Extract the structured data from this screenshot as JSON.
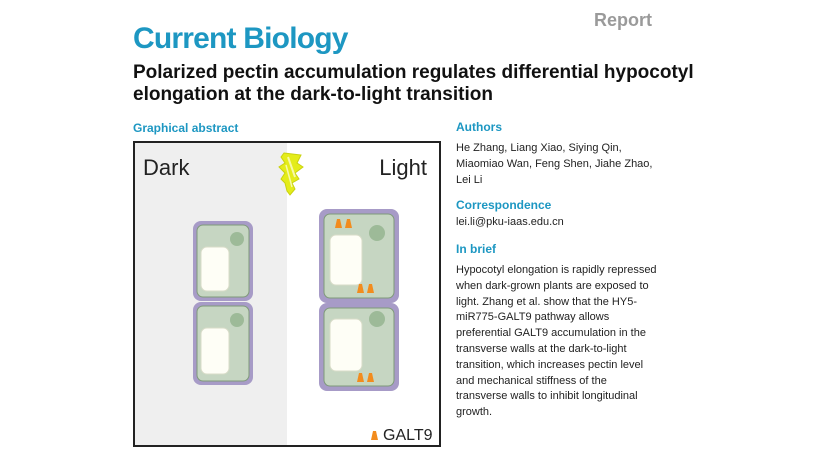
{
  "header": {
    "report_label": "Report",
    "journal": "Current Biology",
    "title": "Polarized pectin accumulation regulates differential hypocotyl elongation at the dark-to-light transition"
  },
  "graphical_abstract": {
    "label": "Graphical abstract",
    "dark_label": "Dark",
    "light_label": "Light",
    "legend_label": "GALT9",
    "colors": {
      "cell_wall": "#a79bc7",
      "cytoplasm": "#c6d6c2",
      "vacuole": "#fefef6",
      "nucleus": "#9dba98",
      "galt9": "#f28c1e",
      "sun": "#e4ec1a",
      "dark_bg": "#efefef"
    },
    "icons": [
      "sun-icon",
      "galt9-marker-icon"
    ]
  },
  "authors": {
    "heading": "Authors",
    "lines": [
      "He Zhang, Liang Xiao, Siying Qin,",
      "Miaomiao Wan, Feng Shen, Jiahe Zhao,",
      "Lei Li"
    ]
  },
  "correspondence": {
    "heading": "Correspondence",
    "email": "lei.li@pku-iaas.edu.cn"
  },
  "in_brief": {
    "heading": "In brief",
    "lines": [
      "Hypocotyl elongation is rapidly repressed",
      "when dark-grown plants are exposed to",
      "light. Zhang et al. show that the HY5-",
      "miR775-GALT9 pathway allows",
      "preferential GALT9 accumulation in the",
      "transverse walls at the dark-to-light",
      "transition, which increases pectin level",
      "and mechanical stiffness of the",
      "transverse walls to inhibit longitudinal",
      "growth."
    ]
  }
}
